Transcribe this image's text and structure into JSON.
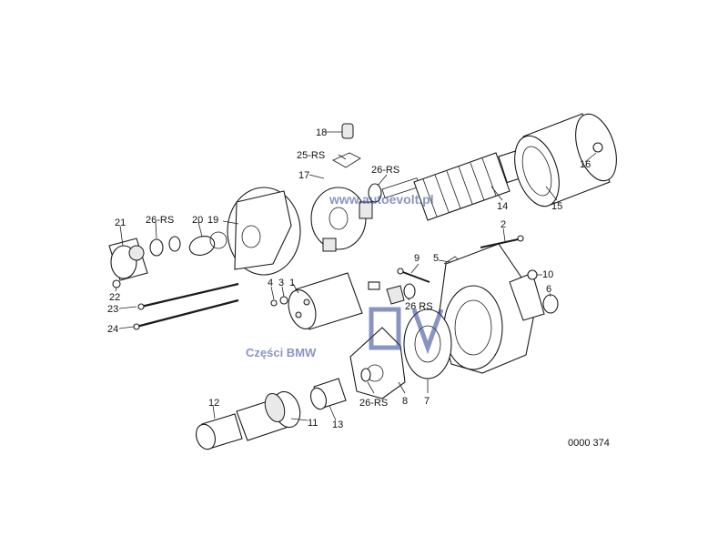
{
  "diagram": {
    "code": "0000 374",
    "watermark_url": "www.autoevolt.pl",
    "watermark_caption": "Części BMW",
    "accent_color": "#2a3f8f"
  },
  "labels": {
    "l1": "1",
    "l2": "2",
    "l3": "3",
    "l4": "4",
    "l5": "5",
    "l6": "6",
    "l7": "7",
    "l8": "8",
    "l9": "9",
    "l10": "10",
    "l11": "11",
    "l12": "12",
    "l13": "13",
    "l14": "14",
    "l15": "15",
    "l16": "16",
    "l17": "17",
    "l18": "18",
    "l19": "19",
    "l20": "20",
    "l21": "21",
    "l22": "22",
    "l23": "23",
    "l24": "24",
    "l25rs": "25-RS",
    "l26rs_a": "26-RS",
    "l26rs_b": "26-RS",
    "l26rs_c": "26 RS",
    "l26rs_d": "26-RS"
  }
}
